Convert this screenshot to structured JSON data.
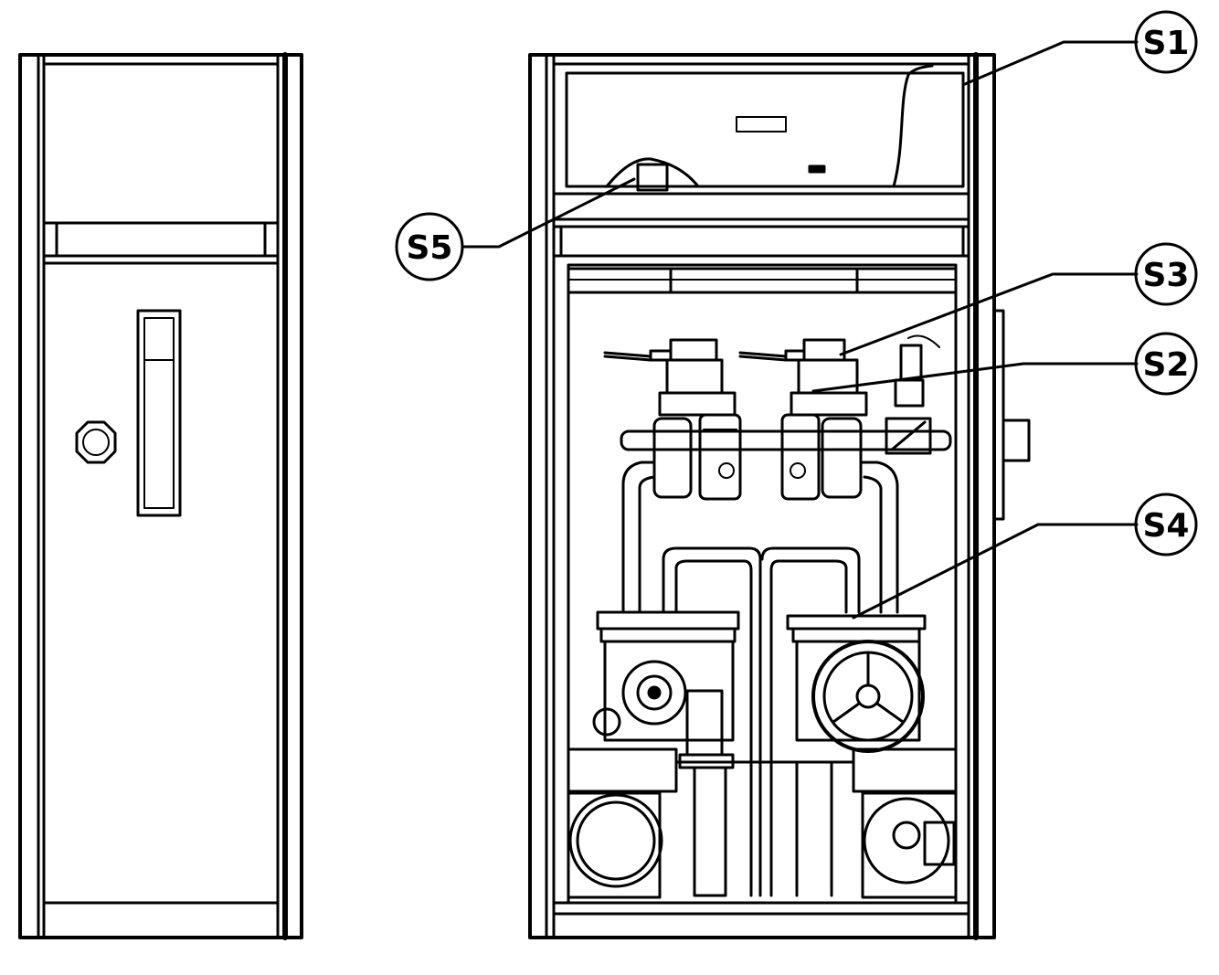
{
  "labels": {
    "s1": "S1",
    "s2": "S2",
    "s3": "S3",
    "s4": "S4",
    "s5": "S5"
  },
  "colors": {
    "line": "#000000",
    "fill": "#ffffff"
  }
}
